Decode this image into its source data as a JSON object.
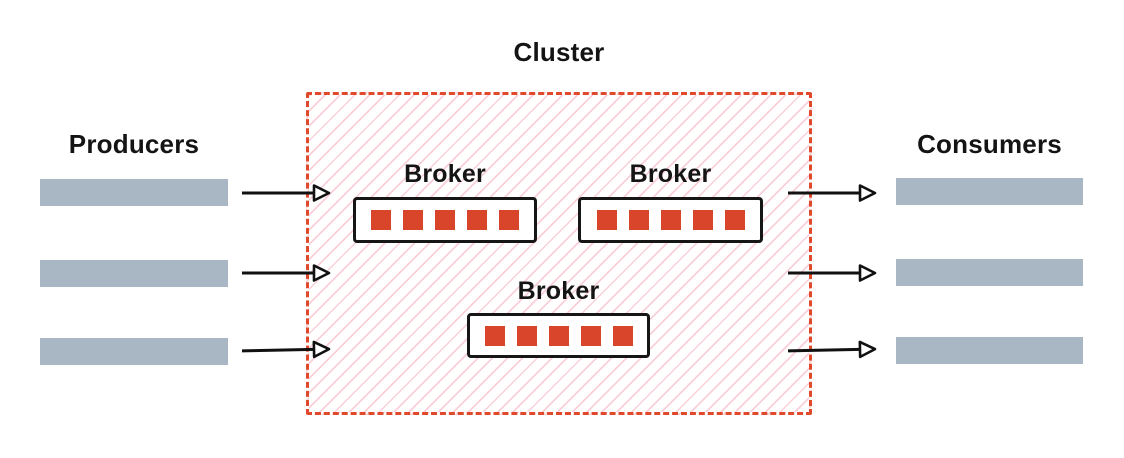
{
  "diagram": {
    "title": "Cluster",
    "producers": {
      "label": "Producers",
      "count": 3
    },
    "consumers": {
      "label": "Consumers",
      "count": 3
    },
    "brokers": [
      {
        "label": "Broker",
        "partitions": 5
      },
      {
        "label": "Broker",
        "partitions": 5
      },
      {
        "label": "Broker",
        "partitions": 5
      }
    ],
    "arrows": {
      "producer_to_cluster": 3,
      "cluster_to_consumer": 3
    },
    "colors": {
      "accent": "#e0492b",
      "partition": "#d9452b",
      "bar": "#a9b6c3",
      "hatch": "#f9d0d8",
      "text": "#141414",
      "arrow": "#111111"
    }
  }
}
